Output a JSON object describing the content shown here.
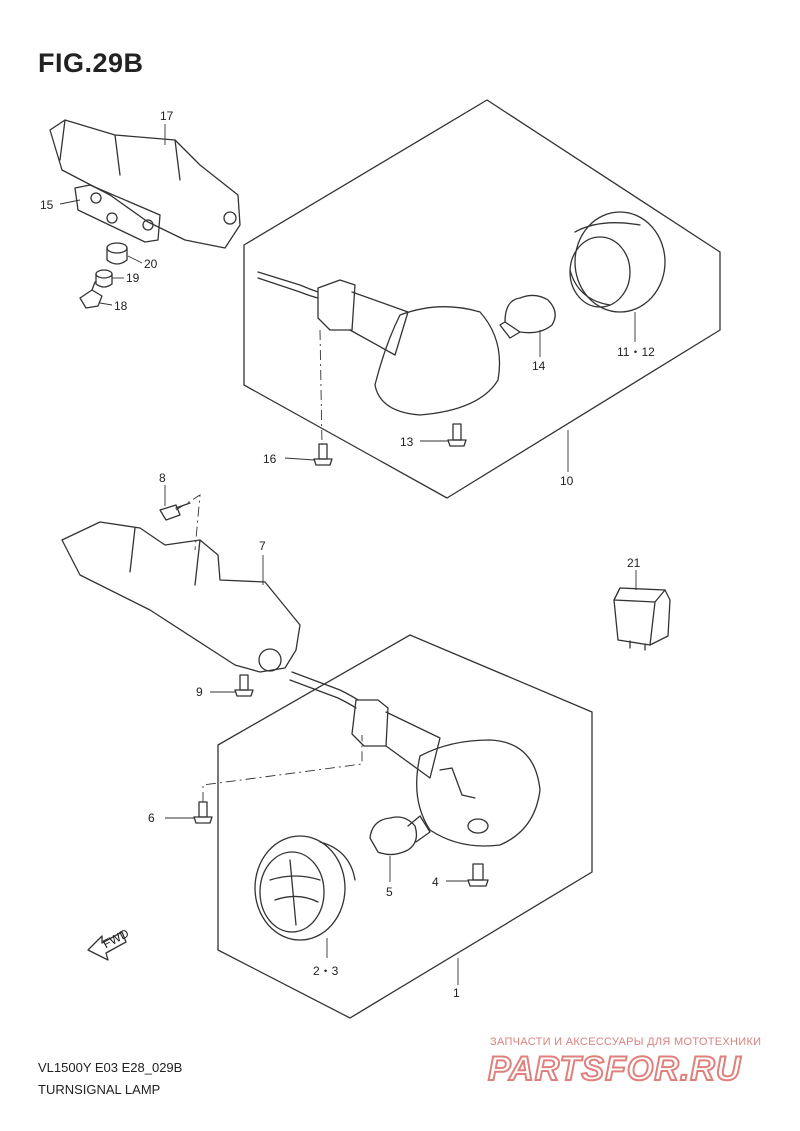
{
  "figure": {
    "title": "FIG.29B"
  },
  "parts": [
    {
      "key": "p1",
      "label": "1"
    },
    {
      "key": "p23",
      "label": "2・3"
    },
    {
      "key": "p4",
      "label": "4"
    },
    {
      "key": "p5",
      "label": "5"
    },
    {
      "key": "p6",
      "label": "6"
    },
    {
      "key": "p7",
      "label": "7"
    },
    {
      "key": "p8",
      "label": "8"
    },
    {
      "key": "p9",
      "label": "9"
    },
    {
      "key": "p10",
      "label": "10"
    },
    {
      "key": "p1112",
      "label": "11・12"
    },
    {
      "key": "p13",
      "label": "13"
    },
    {
      "key": "p14",
      "label": "14"
    },
    {
      "key": "p15",
      "label": "15"
    },
    {
      "key": "p16",
      "label": "16"
    },
    {
      "key": "p17",
      "label": "17"
    },
    {
      "key": "p18",
      "label": "18"
    },
    {
      "key": "p19",
      "label": "19"
    },
    {
      "key": "p20",
      "label": "20"
    },
    {
      "key": "p21",
      "label": "21"
    }
  ],
  "direction_arrow": {
    "label": "FWD"
  },
  "footer": {
    "model_code": "VL1500Y E03 E28_029B",
    "diagram_name": "TURNSIGNAL LAMP"
  },
  "watermark": {
    "tagline": "ЗАПЧАСТИ И АКСЕССУАРЫ ДЛЯ МОТОТЕХНИКИ",
    "logo": "PARTSFOR.RU",
    "color": "#e0807c"
  }
}
